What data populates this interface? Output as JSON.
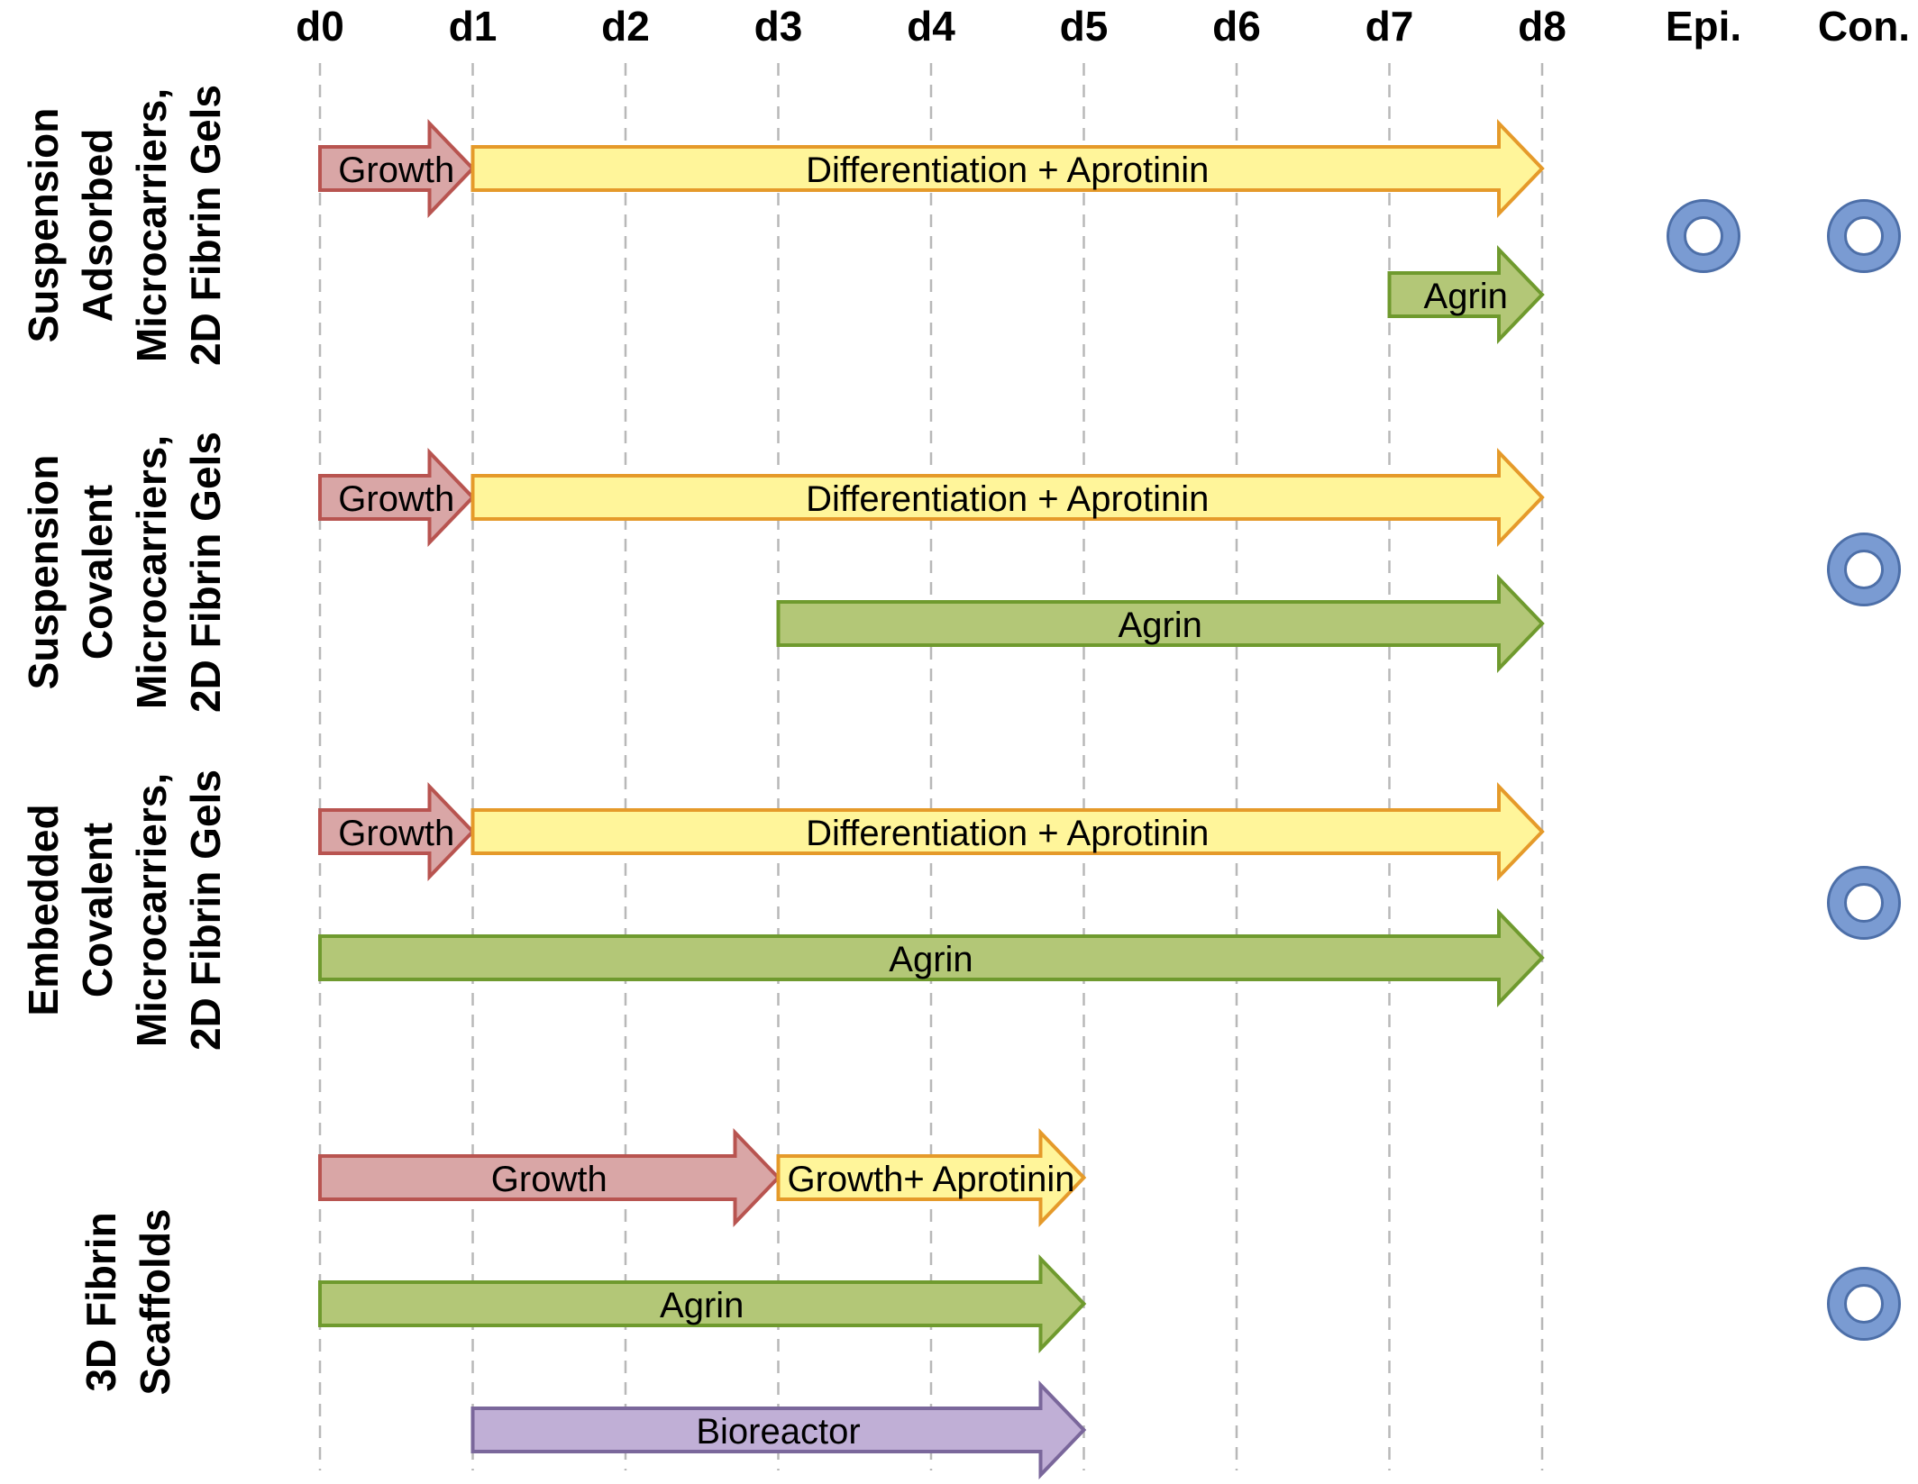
{
  "days": [
    "d0",
    "d1",
    "d2",
    "d3",
    "d4",
    "d5",
    "d6",
    "d7",
    "d8"
  ],
  "result_columns": [
    "Epi.",
    "Con."
  ],
  "colors": {
    "growth": {
      "fill": "#d9a6a6",
      "stroke": "#b85450"
    },
    "differentiation": {
      "fill": "#fff59a",
      "stroke": "#e59a2a"
    },
    "agrin": {
      "fill": "#b3c777",
      "stroke": "#6f9a2e"
    },
    "bioreactor": {
      "fill": "#c0afd6",
      "stroke": "#7a679b"
    },
    "marker": {
      "fill": "#7a9bd2",
      "stroke": "#4d6fa8"
    }
  },
  "groups": [
    {
      "label_lines": [
        "Suspension",
        "Adsorbed",
        "Microcarriers,",
        "2D Fibrin Gels"
      ],
      "bars": [
        {
          "label": "Growth",
          "start": 0,
          "end": 1,
          "color": "growth"
        },
        {
          "label": "Differentiation + Aprotinin",
          "start": 1,
          "end": 8,
          "color": "differentiation"
        },
        {
          "label": "Agrin",
          "start": 7,
          "end": 8,
          "color": "agrin"
        }
      ],
      "markers": [
        "Epi.",
        "Con."
      ]
    },
    {
      "label_lines": [
        "Suspension",
        "Covalent",
        "Microcarriers,",
        "2D Fibrin Gels"
      ],
      "bars": [
        {
          "label": "Growth",
          "start": 0,
          "end": 1,
          "color": "growth"
        },
        {
          "label": "Differentiation + Aprotinin",
          "start": 1,
          "end": 8,
          "color": "differentiation"
        },
        {
          "label": "Agrin",
          "start": 3,
          "end": 8,
          "color": "agrin"
        }
      ],
      "markers": [
        "Con."
      ]
    },
    {
      "label_lines": [
        "Embedded",
        "Covalent",
        "Microcarriers,",
        "2D Fibrin Gels"
      ],
      "bars": [
        {
          "label": "Growth",
          "start": 0,
          "end": 1,
          "color": "growth"
        },
        {
          "label": "Differentiation + Aprotinin",
          "start": 1,
          "end": 8,
          "color": "differentiation"
        },
        {
          "label": "Agrin",
          "start": 0,
          "end": 8,
          "color": "agrin"
        }
      ],
      "markers": [
        "Con."
      ]
    },
    {
      "label_lines": [
        "3D Fibrin",
        "Scaffolds"
      ],
      "bars": [
        {
          "label": "Growth",
          "start": 0,
          "end": 3,
          "color": "growth"
        },
        {
          "label": "Growth+ Aprotinin",
          "start": 3,
          "end": 5,
          "color": "differentiation"
        },
        {
          "label": "Agrin",
          "start": 0,
          "end": 5,
          "color": "agrin"
        },
        {
          "label": "Bioreactor",
          "start": 1,
          "end": 5,
          "color": "bioreactor"
        }
      ],
      "markers": [
        "Con."
      ]
    }
  ]
}
